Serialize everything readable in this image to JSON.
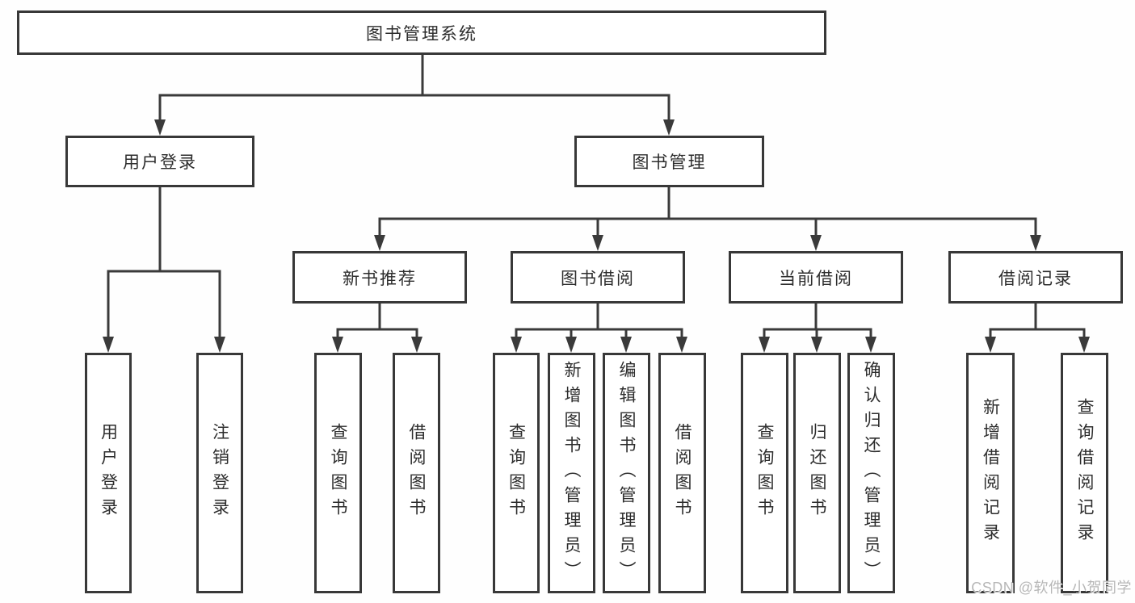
{
  "tree": {
    "root": {
      "label": "图书管理系统",
      "children": [
        {
          "label": "用户登录",
          "children": [
            {
              "label": "用户登录"
            },
            {
              "label": "注销登录"
            }
          ]
        },
        {
          "label": "图书管理",
          "children": [
            {
              "label": "新书推荐",
              "children": [
                {
                  "label": "查询图书"
                },
                {
                  "label": "借阅图书"
                }
              ]
            },
            {
              "label": "图书借阅",
              "children": [
                {
                  "label": "查询图书"
                },
                {
                  "label": "新增图书（管理员）"
                },
                {
                  "label": "编辑图书（管理员）"
                },
                {
                  "label": "借阅图书"
                }
              ]
            },
            {
              "label": "当前借阅",
              "children": [
                {
                  "label": "查询图书"
                },
                {
                  "label": "归还图书"
                },
                {
                  "label": "确认归还（管理员）"
                }
              ]
            },
            {
              "label": "借阅记录",
              "children": [
                {
                  "label": "新增借阅记录"
                },
                {
                  "label": "查询借阅记录"
                }
              ]
            }
          ]
        }
      ]
    }
  },
  "watermark": {
    "text": "CSDN @软件_小贺同学"
  },
  "colors": {
    "line": "#3a3a3a",
    "box_border": "#383838",
    "text": "#2d2d2d",
    "watermark": "#b7b7b7",
    "background": "#fefefe"
  }
}
